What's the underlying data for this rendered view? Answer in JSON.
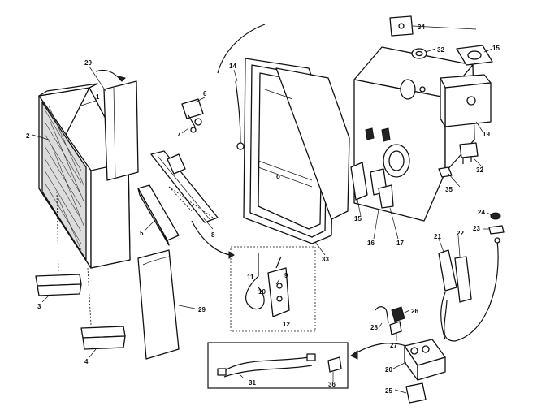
{
  "callouts": [
    {
      "id": "c1",
      "text": "1"
    },
    {
      "id": "c2",
      "text": "2"
    },
    {
      "id": "c3",
      "text": "3"
    },
    {
      "id": "c4",
      "text": "4"
    },
    {
      "id": "c5",
      "text": "5"
    },
    {
      "id": "c6",
      "text": "6"
    },
    {
      "id": "c7",
      "text": "7"
    },
    {
      "id": "c8",
      "text": "8"
    },
    {
      "id": "c9",
      "text": "9"
    },
    {
      "id": "c10",
      "text": "10"
    },
    {
      "id": "c11",
      "text": "11"
    },
    {
      "id": "c12",
      "text": "12"
    },
    {
      "id": "c14",
      "text": "14"
    },
    {
      "id": "c15a",
      "text": "15"
    },
    {
      "id": "c15b",
      "text": "15"
    },
    {
      "id": "c16",
      "text": "16"
    },
    {
      "id": "c17",
      "text": "17"
    },
    {
      "id": "c19",
      "text": "19"
    },
    {
      "id": "c20",
      "text": "20"
    },
    {
      "id": "c21",
      "text": "21"
    },
    {
      "id": "c22",
      "text": "22"
    },
    {
      "id": "c23",
      "text": "23"
    },
    {
      "id": "c24",
      "text": "24"
    },
    {
      "id": "c25",
      "text": "25"
    },
    {
      "id": "c26",
      "text": "26"
    },
    {
      "id": "c27",
      "text": "27"
    },
    {
      "id": "c28",
      "text": "28"
    },
    {
      "id": "c29a",
      "text": "29"
    },
    {
      "id": "c29b",
      "text": "29"
    },
    {
      "id": "c31",
      "text": "31"
    },
    {
      "id": "c32a",
      "text": "32"
    },
    {
      "id": "c32b",
      "text": "32"
    },
    {
      "id": "c33",
      "text": "33"
    },
    {
      "id": "c34",
      "text": "34"
    },
    {
      "id": "c35",
      "text": "35"
    },
    {
      "id": "c36",
      "text": "36"
    }
  ]
}
